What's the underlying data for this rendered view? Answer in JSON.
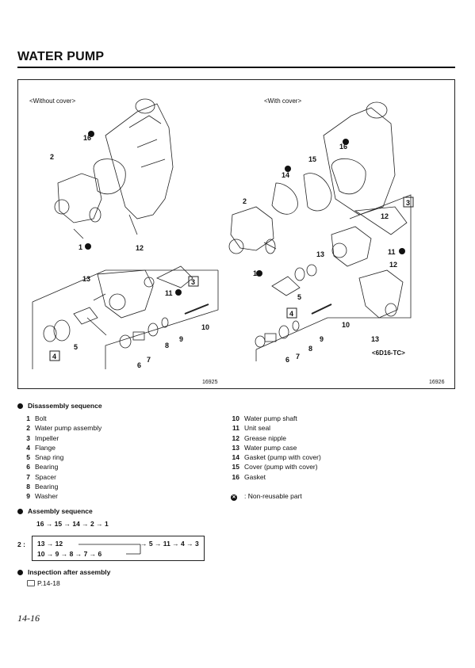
{
  "header": {
    "title": "WATER PUMP"
  },
  "figure": {
    "left_label": "<Without cover>",
    "right_label": "<With cover>",
    "left_fig_no": "16925",
    "right_fig_no": "16926",
    "variant_note": "<6D16-TC>"
  },
  "disassembly": {
    "heading": "Disassembly sequence",
    "left_items": [
      {
        "num": "1",
        "text": "Bolt"
      },
      {
        "num": "2",
        "text": "Water pump assembly"
      },
      {
        "num": "3",
        "text": "Impeller"
      },
      {
        "num": "4",
        "text": "Flange"
      },
      {
        "num": "5",
        "text": "Snap ring"
      },
      {
        "num": "6",
        "text": "Bearing"
      },
      {
        "num": "7",
        "text": "Spacer"
      },
      {
        "num": "8",
        "text": "Bearing"
      },
      {
        "num": "9",
        "text": "Washer"
      }
    ],
    "right_items": [
      {
        "num": "10",
        "text": "Water pump shaft"
      },
      {
        "num": "11",
        "text": "Unit seal"
      },
      {
        "num": "12",
        "text": "Grease nipple"
      },
      {
        "num": "13",
        "text": "Water pump case"
      },
      {
        "num": "14",
        "text": "Gasket (pump with cover)"
      },
      {
        "num": "15",
        "text": "Cover (pump with cover)"
      },
      {
        "num": "16",
        "text": "Gasket"
      }
    ],
    "nonreusable_note": ": Non-reusable part"
  },
  "assembly": {
    "heading": "Assembly sequence",
    "sequence": "16 → 15 → 14 → 2 → 1",
    "sub_label": "2 :",
    "sub_line1_start": "13 → 12",
    "sub_line1_end": "→ 5 → 11 → 4 → 3",
    "sub_line2": "10 → 9 → 8 → 7 → 6"
  },
  "inspection": {
    "heading": "Inspection after assembly",
    "reference": "P.14-18"
  },
  "footer": {
    "page_number": "14-16"
  }
}
